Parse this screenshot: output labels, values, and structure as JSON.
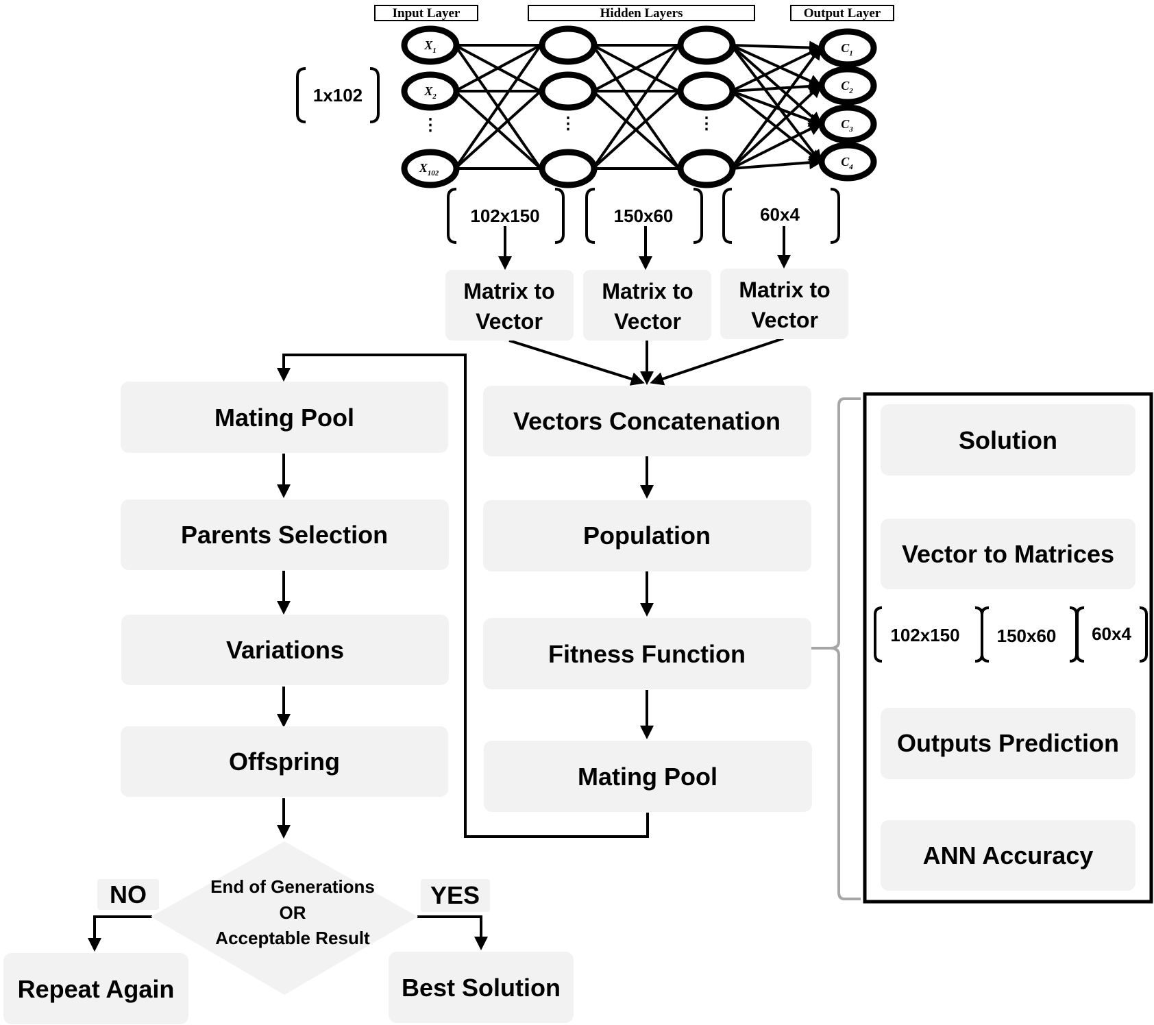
{
  "network": {
    "header_input": "Input Layer",
    "header_hidden": "Hidden Layers",
    "header_output": "Output Layer",
    "input_dim": "1x102",
    "inputs": [
      {
        "base": "X",
        "sub": "1"
      },
      {
        "base": "X",
        "sub": "2"
      },
      {
        "base": "X",
        "sub": "102"
      }
    ],
    "outputs": [
      {
        "base": "C",
        "sub": "1"
      },
      {
        "base": "C",
        "sub": "2"
      },
      {
        "base": "C",
        "sub": "3"
      },
      {
        "base": "C",
        "sub": "4"
      }
    ],
    "ellipsis": "⋮",
    "weight_dims": [
      "102x150",
      "150x60",
      "60x4"
    ],
    "matrix_to_vector": [
      "Matrix to",
      "Vector"
    ]
  },
  "center_flow": {
    "vectors_concatenation": "Vectors Concatenation",
    "population": "Population",
    "fitness_function": "Fitness Function",
    "mating_pool": "Mating Pool"
  },
  "left_flow": {
    "mating_pool": "Mating Pool",
    "parents_selection": "Parents Selection",
    "variations": "Variations",
    "offspring": "Offspring"
  },
  "decision": {
    "lines": [
      "End of Generations",
      "OR",
      "Acceptable Result"
    ],
    "no_label": "NO",
    "yes_label": "YES",
    "repeat_again": "Repeat Again",
    "best_solution": "Best Solution"
  },
  "fitness_detail": {
    "solution": "Solution",
    "vector_to_matrices": "Vector to Matrices",
    "dims": [
      "102x150",
      "150x60",
      "60x4"
    ],
    "outputs_prediction": "Outputs Prediction",
    "ann_accuracy": "ANN Accuracy"
  },
  "colors": {
    "box_fill": "#f2f2f2",
    "line": "#000000",
    "bracket_gray": "#a6a6a6"
  }
}
